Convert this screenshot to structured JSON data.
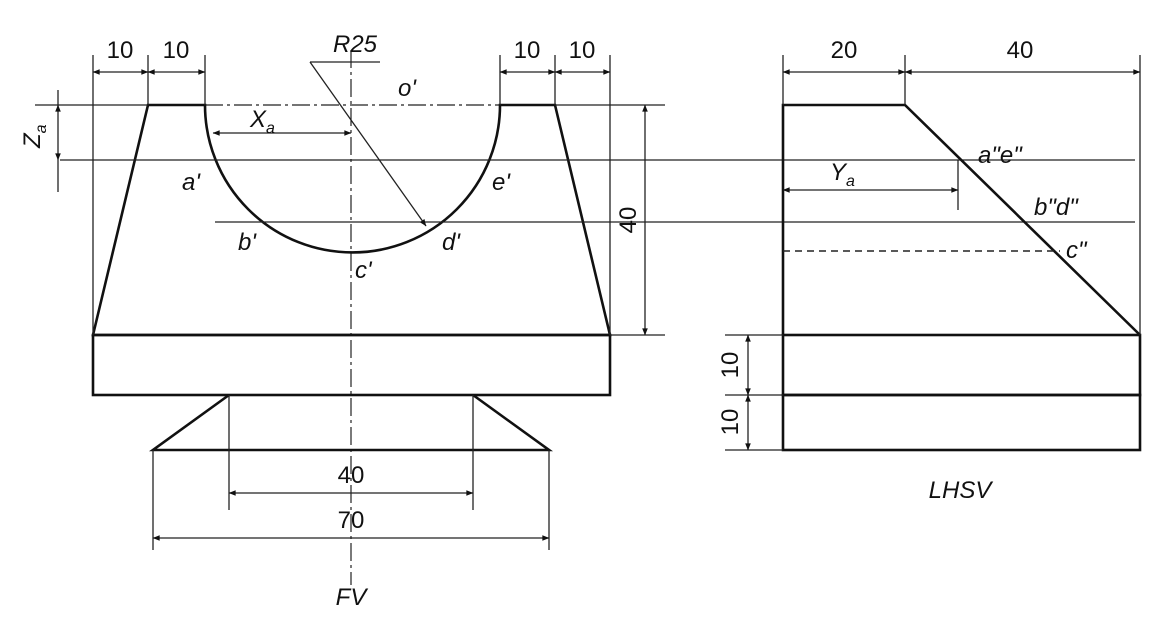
{
  "front_view": {
    "caption": "FV",
    "dim_top_left_1": "10",
    "dim_top_left_2": "10",
    "dim_top_right_1": "10",
    "dim_top_right_2": "10",
    "radius": "R25",
    "dim_height": "40",
    "dim_slot": "40",
    "dim_base": "70",
    "z_label": "Z",
    "z_sub": "a",
    "x_label": "X",
    "x_sub": "a",
    "points": {
      "o": "o'",
      "a": "a'",
      "b": "b'",
      "c": "c'",
      "d": "d'",
      "e": "e'"
    }
  },
  "side_view": {
    "caption": "LHSV",
    "dim_top_1": "20",
    "dim_top_2": "40",
    "dim_layer_1": "10",
    "dim_layer_2": "10",
    "y_label": "Y",
    "y_sub": "a",
    "points": {
      "ae": "a\"e\"",
      "bd": "b\"d\"",
      "c": "c\""
    }
  }
}
